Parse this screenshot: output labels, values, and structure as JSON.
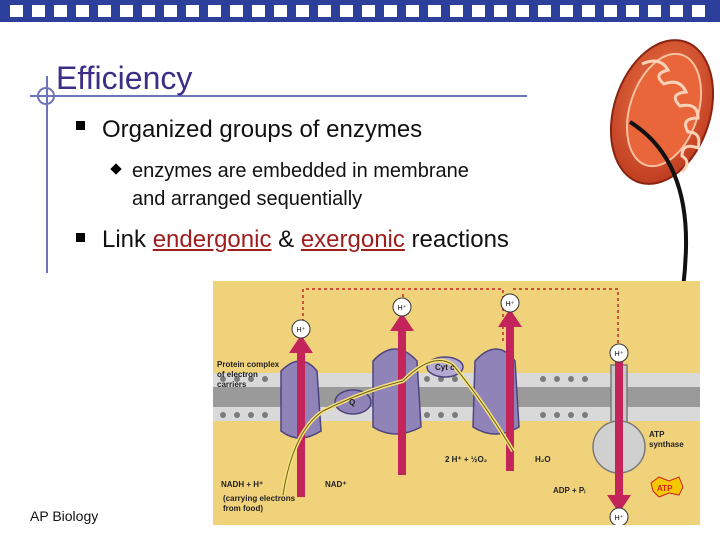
{
  "slide": {
    "title": "Efficiency",
    "bullet1": "Organized groups of enzymes",
    "subbullet1_line1": "enzymes are embedded in membrane",
    "subbullet1_line2": "and arranged sequentially",
    "bullet2_prefix": "Link ",
    "bullet2_term1": "endergonic",
    "bullet2_mid": " & ",
    "bullet2_term2": "exergonic",
    "bullet2_suffix": " reactions",
    "footer": "AP Biology"
  },
  "diagram": {
    "label_protein_complex": [
      "Protein complex",
      "of electron",
      "carriers"
    ],
    "label_cyt_c": "Cyt c",
    "label_q": "Q",
    "label_h_plus": "H⁺",
    "label_2h_half_o2": "2 H⁺ + ½O₂",
    "label_h2o": "H₂O",
    "label_nadh": "NADH + H⁺",
    "label_nad": "NAD⁺",
    "label_carrying": [
      "(carrying electrons",
      "from food)"
    ],
    "label_atp_synthase": [
      "ATP",
      "synthase"
    ],
    "label_adp": "ADP + Pᵢ",
    "label_atp": "ATP"
  },
  "colors": {
    "topbar": "#2c3f9a",
    "title": "#3d2d87",
    "underline_terms": "#9e1d1d",
    "diagram_bg": "#f0d27a",
    "mitochondrion": "#e0532a"
  },
  "icons": {
    "crosshair": "crosshair-icon",
    "bullet": "square-bullet-icon",
    "subbullet": "diamond-bullet-icon"
  }
}
